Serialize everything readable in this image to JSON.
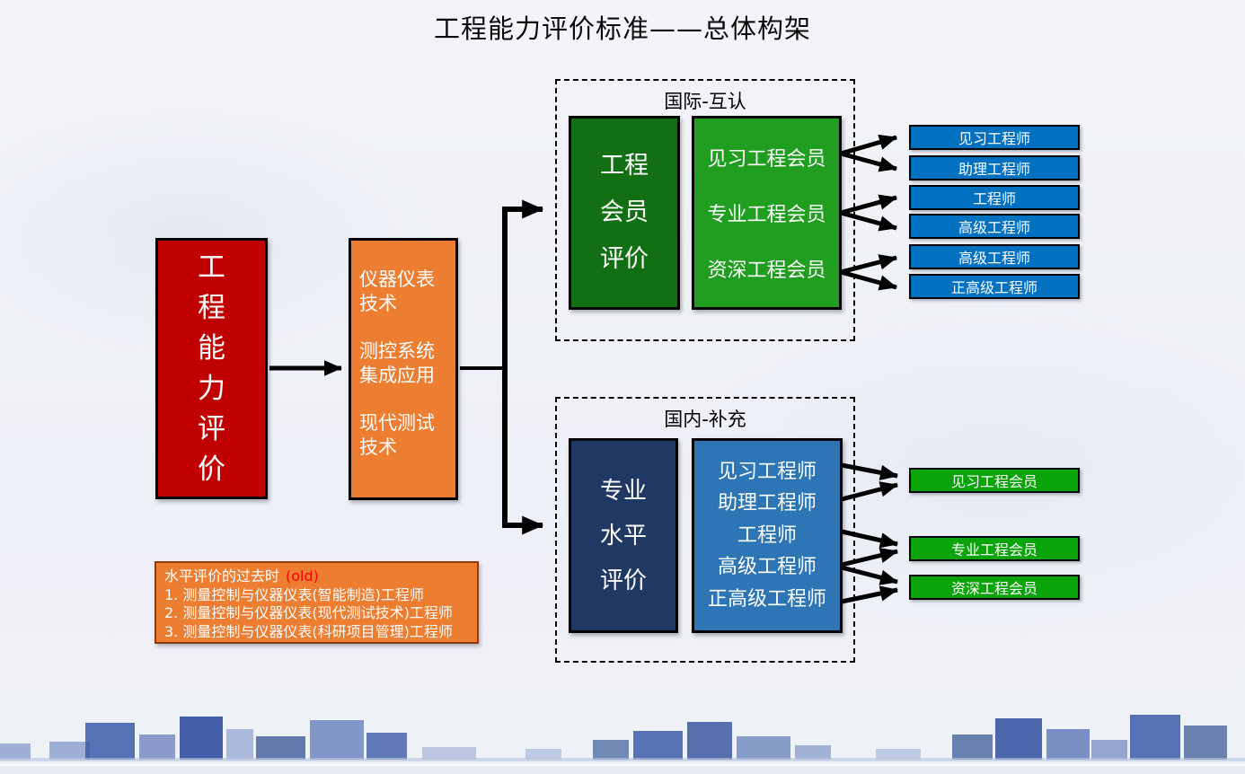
{
  "title": "工程能力评价标准——总体构架",
  "capability_box": {
    "lines": [
      "工",
      "程",
      "能",
      "力",
      "评",
      "价"
    ]
  },
  "tech_box": {
    "items": [
      "仪器仪表技术",
      "测控系统集成应用",
      "现代测试技术"
    ]
  },
  "international": {
    "label": "国际-互认",
    "evaluator_lines": [
      "工程",
      "会员",
      "评价"
    ],
    "member_grades": [
      "见习工程会员",
      "专业工程会员",
      "资深工程会员"
    ],
    "engineer_titles": [
      "见习工程师",
      "助理工程师",
      "工程师",
      "高级工程师",
      "高级工程师",
      "正高级工程师"
    ]
  },
  "domestic": {
    "label": "国内-补充",
    "evaluator_lines": [
      "专业",
      "水平",
      "评价"
    ],
    "engineer_titles": [
      "见习工程师",
      "助理工程师",
      "工程师",
      "高级工程师",
      "正高级工程师"
    ],
    "member_grades": [
      "见习工程会员",
      "专业工程会员",
      "资深工程会员"
    ]
  },
  "legacy_note": {
    "title": "水平评价的过去时",
    "old_tag": "(old)",
    "items": [
      "1. 测量控制与仪器仪表(智能制造)工程师",
      "2. 测量控制与仪器仪表(现代测试技术)工程师",
      "3. 测量控制与仪器仪表(科研项目管理)工程师"
    ]
  },
  "colors": {
    "capability_red": "#C00000",
    "tech_orange": "#ED7D31",
    "evaluator_dark_green": "#136F13",
    "member_green": "#1F9E1F",
    "grade_chip_green": "#0AA30A",
    "engineer_chip_blue": "#0070C0",
    "domestic_navy": "#1F3864",
    "domestic_blue": "#2E75B6",
    "old_tag_red": "#FF0000"
  }
}
